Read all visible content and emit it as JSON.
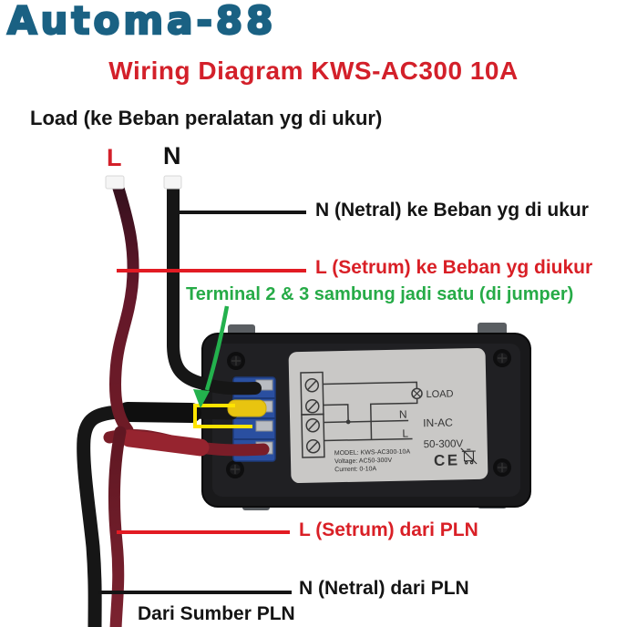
{
  "brand": {
    "name": "Automa-88",
    "color": "#1a6183"
  },
  "title": {
    "text": "Wiring Diagram KWS-AC300 10A",
    "color": "#d3202a"
  },
  "annotations": {
    "load_header": "Load (ke Beban peralatan yg di ukur)",
    "terminal_l": "L",
    "terminal_n": "N",
    "n_to_load": "N (Netral) ke Beban yg di ukur",
    "l_to_load": "L (Setrum) ke Beban yg diukur",
    "jumper_note": "Terminal 2 & 3 sambung jadi satu (di jumper)",
    "l_from_pln": "L (Setrum) dari PLN",
    "n_from_pln": "N (Netral) dari PLN",
    "source_pln": "Dari Sumber PLN"
  },
  "device": {
    "schematic": {
      "load_label": "LOAD",
      "n_label": "N",
      "in_ac_label": "IN-AC",
      "l_label": "L",
      "voltage_label": "50-300V"
    },
    "nameplate": {
      "model": "MODEL: KWS-AC300-10A",
      "voltage": "Voltage: AC50-300V",
      "current": "Current: 0-10A",
      "ce_mark": "CE"
    }
  },
  "colors": {
    "brand_teal": "#1a6183",
    "title_red": "#d3202a",
    "pointer_red": "#e21b23",
    "annotation_green": "#23b14d",
    "jumper_yellow": "#ffe400",
    "wire_black": "#161616",
    "wire_dark_red": "#6e1b26",
    "device_black": "#19191b",
    "label_gray": "#c9c8c6",
    "terminal_blue": "#2a4fa0"
  }
}
